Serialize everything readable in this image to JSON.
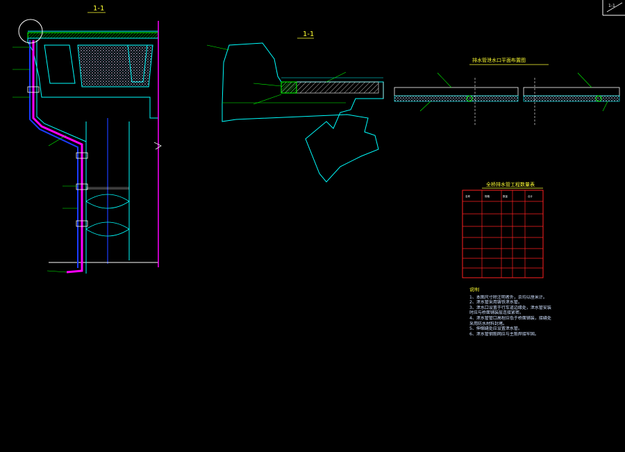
{
  "colors": {
    "background": "#000000",
    "cyan": "#00ffff",
    "green": "#00ff00",
    "yellow": "#ffff00",
    "magenta": "#ff00ff",
    "red": "#ff2020",
    "blue": "#1a3cff",
    "white": "#ffffff",
    "grey": "#9a9a9a"
  },
  "drawing": {
    "corner_mark": "1-1",
    "section_a": {
      "title": "1-1"
    },
    "section_b": {
      "title": "1-1"
    },
    "section_c": {
      "title": "大样A"
    },
    "plan": {
      "title": "排水管泄水口平面布置图"
    },
    "table": {
      "title": "全桥排水管工程数量表"
    },
    "grate_mouth": {
      "title": "泄水口大样"
    },
    "grate_plan": {
      "title": "泄水口栅板大样图"
    },
    "pipe_detail": {
      "title": "泄水管大样"
    },
    "small_grate": {
      "title": "泄水管大样图"
    },
    "mesh": {
      "title": "CJ0111钢筋网"
    },
    "mesh_small": {
      "title": "泄水口钢筋网示意"
    },
    "notes": {
      "title": "说明",
      "lines": [
        "1、本图尺寸除注明者外，余均以厘米计。",
        "2、泄水管采用铸铁泄水管。",
        "3、泄水口设置于行车道边缘处，泄水管安装",
        "   时应与桥面铺装层连接紧密。",
        "4、泄水管管口高程应低于桥面铺装，接缝处",
        "   采用防水材料封堵。",
        "5、伸缩缝处应设置泄水管。",
        "6、泄水管钢筋网应与主筋焊接牢固。"
      ]
    }
  }
}
